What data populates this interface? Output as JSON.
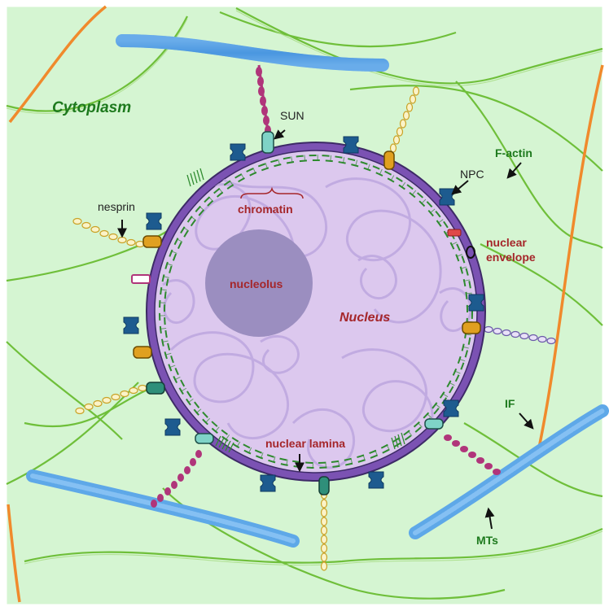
{
  "labels": {
    "cytoplasm": "Cytoplasm",
    "f_actin": "F-actin",
    "sun": "SUN",
    "npc": "NPC",
    "nesprin": "nesprin",
    "chromatin": "chromatin",
    "nuclear_envelope_line1": "nuclear",
    "nuclear_envelope_line2": "envelope",
    "nucleolus": "nucleolus",
    "nucleus": "Nucleus",
    "if": "IF",
    "nuclear_lamina": "nuclear lamina",
    "mts": "MTs"
  },
  "colors": {
    "cytoplasm_bg": "#d5f5d2",
    "f_actin": "#6fbf3a",
    "microtubule": "#5ea8e8",
    "intermediate_filament": "#f08a2c",
    "envelope": "#7b52b3",
    "nucleoplasm": "#dcc8ee",
    "nucleolus": "#9b8ec0",
    "lamina": "#2e8a2e",
    "npc": "#1d5b8f",
    "sun": "#7fd3c7",
    "nesprin_orange": "#e0a020",
    "nesprin_teal": "#2f8f7a",
    "nesprin_magenta": "#b0357a",
    "text_red": "#a5262a",
    "text_green": "#1e7a1e"
  },
  "icons": [
    "arrow-icon"
  ]
}
